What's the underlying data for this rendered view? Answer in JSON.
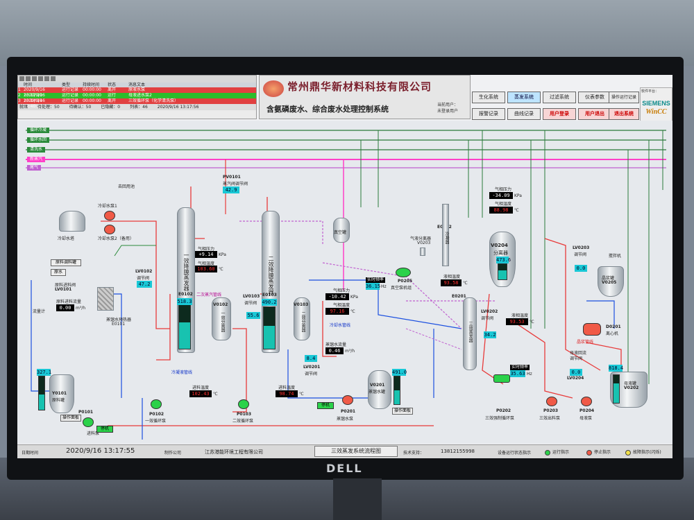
{
  "alarm": {
    "headers": [
      "",
      "时间",
      "类型",
      "持续时间",
      "状态",
      "消息文本"
    ],
    "rows": [
      {
        "idx": "1",
        "time": "2020/9/16 13:17:10",
        "type": "运行记录",
        "dur": "00:00:00",
        "state": "离开",
        "msg": "原液水泵"
      },
      {
        "idx": "2",
        "time": "2020/9/16 13:14:14",
        "type": "运行记录",
        "dur": "00:00:00",
        "state": "运行",
        "msg": "母液进水泵2"
      },
      {
        "idx": "3",
        "time": "2020/9/16 12:40:11",
        "type": "运行记录",
        "dur": "00:00:00",
        "state": "离开",
        "msg": "三效循环泵（化学清洗泵）"
      }
    ],
    "footer_status": "就绪",
    "footer_pending": "待处理：50",
    "footer_confirm": "待确认：50",
    "footer_hidden": "已隐藏：0",
    "footer_list": "列表：46",
    "footer_time": "2020/9/16    13:17:56"
  },
  "header": {
    "company": "常州鼎华新材料科技有限公司",
    "system": "含氨磷废水、综合废水处理控制系统",
    "user_label": "当前用户：",
    "user_value": "未登录用户"
  },
  "nav": {
    "b1": "生化系统",
    "b2": "蒸发系统",
    "b3": "过滤系统",
    "b4": "仪表参数",
    "b5": "操作运行记录",
    "b6": "报警记录",
    "b7": "曲线记录",
    "b8": "用户登录",
    "b9": "用户退出",
    "b10": "退出系统"
  },
  "vendor": {
    "label": "软件平台：",
    "siemens": "SIEMENS",
    "wincc": "WinCC"
  },
  "pipes": {
    "p1": "循环冷凝",
    "p2": "循环水回",
    "p3": "清洗水",
    "p4": "新蒸汽",
    "p5": "尾气"
  },
  "process": {
    "pv0101_tag": "PV0101",
    "pv0101_name": "蒸汽阀调节阀",
    "pv0101_val": "42.9",
    "return_label": "去回用池",
    "cooling_tower": "冷却水塔",
    "pump1": "冷却水泵1",
    "pump2": "冷却水泵2（备用）",
    "raw_box": "原料调料罐",
    "raw_water": "原水",
    "lv0101_name": "原料进料阀",
    "lv0101_tag": "LV0101",
    "raw_flow_label": "原料进料流量",
    "raw_flow_val": "0.00",
    "raw_flow_unit": "m³/h",
    "flowmeter": "流量计",
    "preheater": "蒸馏水预热器",
    "preheater_tag": "E0101",
    "lv0102_tag": "LV0102",
    "lv0102_name": "调节阀",
    "lv0102_val": "47.2",
    "e0102_name": "一效降膜蒸发器",
    "e0102_tag": "E0102",
    "e0102_lvl": "518.3",
    "press1_label": "气相压力",
    "press1_val": "+9.14",
    "press1_unit": "KPa",
    "temp1_label": "气相温度",
    "temp1_val": "103.60",
    "temp1_unit": "℃",
    "v0102_name": "一效分离器",
    "v0102_tag": "V0102",
    "e0103_name": "二效降膜蒸发器",
    "e0103_tag": "E0103",
    "e0103_lvl": "490.2",
    "lv0103_tag": "LV0103",
    "lv0103_name": "调节阀",
    "lv0103_val": "55.6",
    "v0103_name": "二效分离器",
    "v0103_tag": "V0103",
    "vacuum_tank": "真空罐",
    "press2_label": "气相压力",
    "press2_val": "-10.42",
    "press2_unit": "KPa",
    "temp2_label": "气相温度",
    "temp2_val": "97.16",
    "temp2_unit": "℃",
    "gasliq": "气液分离器",
    "gasliq_tag": "V0203",
    "p0205_tag": "P0205",
    "p0205_name": "真空泵机组",
    "p0205_caption": "实时频率",
    "p0205_val": "36.15",
    "p0205_unit": "Hz",
    "e0202_tag": "E0202",
    "e0202_name": "冷凝器",
    "press3_label": "气相压力",
    "press3_val": "-34.09",
    "press3_unit": "KPa",
    "temp3_label": "气相温度",
    "temp3_val": "88.98",
    "temp3_unit": "℃",
    "v0204_tag": "V0204",
    "v0204_name": "分离器",
    "v0204_lvl": "473.6",
    "liq_temp1_label": "液相温度",
    "liq_temp1_val": "93.58",
    "liq_temp1_unit": "℃",
    "e0201_tag": "E0201",
    "e0201_name": "三效蒸发器",
    "lv0202_tag": "LV0202",
    "lv0202_name": "调节阀",
    "lv0202_val": "34.2",
    "liq_temp2_label": "液相温度",
    "liq_temp2_val": "93.53",
    "liq_temp2_unit": "℃",
    "p0202_caption": "实时频率",
    "p0202_val": "35.63",
    "p0202_unit": "Hz",
    "p0202_tag": "P0202",
    "p0202_name": "三效强制循环泵",
    "lv0203_tag": "LV0203",
    "lv0203_name": "调节阀",
    "lv0203_val": "0.0",
    "mixer": "搅拌机",
    "v0205_name": "晶浆罐",
    "v0205_tag": "V0205",
    "d0201_tag": "D0201",
    "d0201_name": "离心机",
    "lv0204_top": "母液回流",
    "lv0204_name": "调节阀",
    "lv0204_val": "0.0",
    "lv0204_tag": "LV0204",
    "v0202_lvl": "818.4",
    "v0202_name": "母液罐",
    "v0202_tag": "V0202",
    "p0203_tag": "P0203",
    "p0203_name": "三效出料泵",
    "p0204_tag": "P0204",
    "p0204_name": "母液泵",
    "v0201_lvl": "491.0",
    "v0201_name": "蒸馏水罐",
    "v0201_tag": "V0201",
    "p0201_tag": "P0201",
    "p0201_name": "蒸馏水泵",
    "lv0201_tag": "LV0201",
    "lv0201_name": "调节阀",
    "lv0201_val": "8.4",
    "dist_flow_label": "蒸馏水流量",
    "dist_flow_val": "0.46",
    "dist_flow_unit": "m³/h",
    "temp_out1_label": "进料温度",
    "temp_out1_val": "102.43",
    "temp_out1_unit": "℃",
    "temp_out2_label": "进料温度",
    "temp_out2_val": "98.74",
    "temp_out2_unit": "℃",
    "y0101_lvl": "327.1",
    "y0101_tag": "Y0101",
    "y0101_name": "原料罐",
    "p0101_tag": "P0101",
    "p0101_name": "进料泵",
    "p0102_tag": "P0102",
    "p0102_name": "一效循环泵",
    "p0103_tag": "P0103",
    "p0103_name": "二效循环泵",
    "stop_btn": "停机",
    "stop_btn2": "停机",
    "op_btn": "操作面板",
    "lbl_cond": "冷凝液管线",
    "lbl_steam": "二次蒸汽管线",
    "lbl_cool": "冷却水管线",
    "lbl_mother": "晶浆管线"
  },
  "status": {
    "time_label": "日期时间",
    "datetime": "2020/9/16 13:17:55",
    "maker_label": "制作公司",
    "maker": "江苏港能环境工程有限公司",
    "page": "三效蒸发系统流程图",
    "support_label": "技术支持：",
    "phone": "13812155998",
    "indicator_label": "设备运行状态指示",
    "run": "运行指示",
    "stop": "停止指示",
    "fault": "故障指示(闪烁)"
  },
  "colors": {
    "steam": "#ff40c8",
    "pipe_red": "#e83a3a",
    "pipe_blue": "#1a4fe0",
    "pipe_green": "#2a8a3a",
    "display_cyan": "#19c8d6"
  }
}
